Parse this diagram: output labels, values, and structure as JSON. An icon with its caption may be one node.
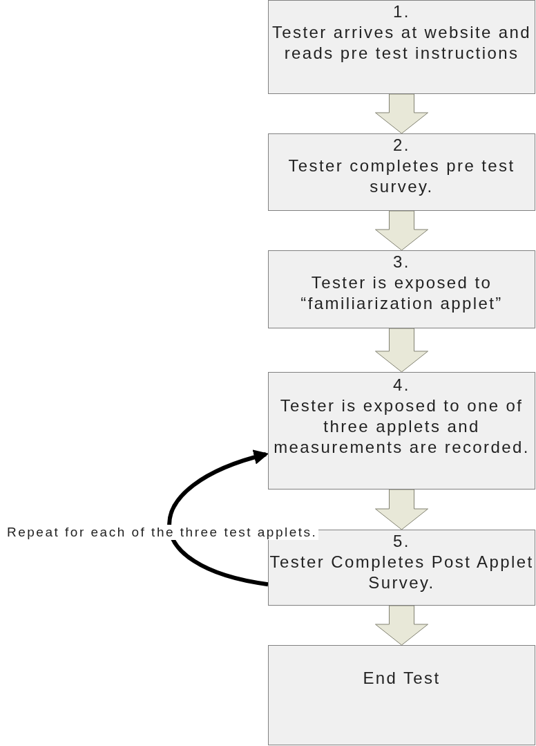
{
  "diagram": {
    "nodes": [
      {
        "text": [
          "1.",
          "Tester arrives at website and reads pre test instructions"
        ]
      },
      {
        "text": [
          "2.",
          "Tester completes pre test survey."
        ]
      },
      {
        "text": [
          "3.",
          "Tester is exposed to “familiarization applet”"
        ]
      },
      {
        "text": [
          "4.",
          "Tester is exposed to one of three applets and measurements are recorded."
        ]
      },
      {
        "text": [
          "5.",
          "Tester Completes Post Applet Survey."
        ]
      },
      {
        "text": [
          "End Test"
        ]
      }
    ],
    "edges": [
      {
        "from": 0,
        "to": 1,
        "arrow": "to"
      },
      {
        "from": 1,
        "to": 2,
        "arrow": "to"
      },
      {
        "from": 2,
        "to": 3,
        "arrow": "to"
      },
      {
        "from": 3,
        "to": 4,
        "arrow": "to"
      },
      {
        "from": 4,
        "to": 5,
        "arrow": "to"
      },
      {
        "from": 4,
        "to": 3,
        "arrow": "to",
        "label": "Repeat for each of the three test applets.",
        "color": "#000000"
      }
    ]
  }
}
